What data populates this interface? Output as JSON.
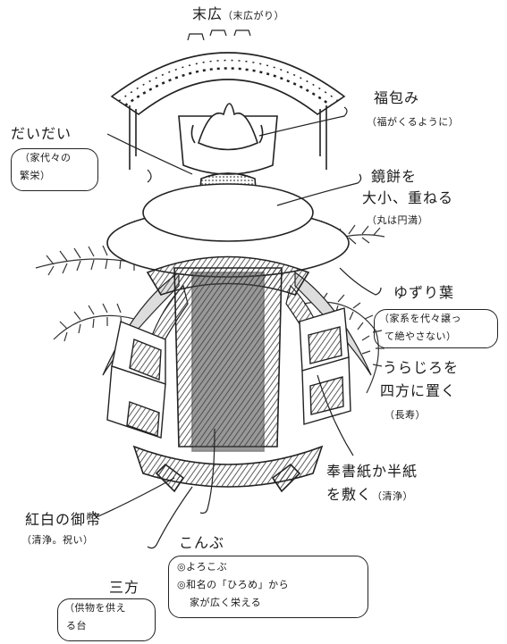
{
  "title": {
    "main": "末広",
    "note": "（末広がり）"
  },
  "labels": {
    "fukutsutsumi": {
      "main": "福包み",
      "note": "（福がくるように）"
    },
    "daidai": {
      "main": "だいだい",
      "note1": "（家代々の",
      "note2": "繁栄）"
    },
    "kagamimochi": {
      "line1": "鏡餅を",
      "line2": "大小、重ねる",
      "note": "（丸は円満）"
    },
    "yuzuriha": {
      "main": "ゆずり葉",
      "note1": "（家系を代々譲っ",
      "note2": "て絶やさない）"
    },
    "urajiro": {
      "line1": "うらじろを",
      "line2": "四方に置く",
      "note": "（長寿）"
    },
    "hoshoshi": {
      "line1": "奉書紙か半紙",
      "line2": "を敷く",
      "note": "（清浄）"
    },
    "gohei": {
      "main": "紅白の御幣",
      "note": "（清浄。祝い）"
    },
    "kombu": {
      "main": "こんぶ",
      "item1": "◎よろこぶ",
      "item2": "◎和名の「ひろめ」から",
      "item3": "家が広く栄える"
    },
    "sanbo": {
      "main": "三方",
      "note1": "（供物を供え",
      "note2": "る台"
    }
  }
}
